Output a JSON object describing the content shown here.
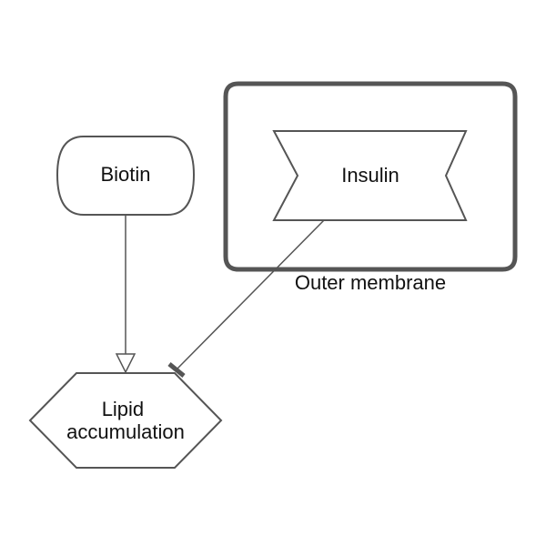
{
  "diagram": {
    "compartment": {
      "label": "Outer membrane"
    },
    "nodes": {
      "biotin": {
        "label": "Biotin"
      },
      "insulin": {
        "label": "Insulin"
      },
      "lipid": {
        "line1": "Lipid",
        "line2": "accumulation"
      }
    },
    "edges": [
      {
        "from": "Biotin",
        "to": "Lipid accumulation",
        "type": "stimulation"
      },
      {
        "from": "Insulin",
        "to": "Lipid accumulation",
        "type": "inhibition"
      }
    ]
  }
}
